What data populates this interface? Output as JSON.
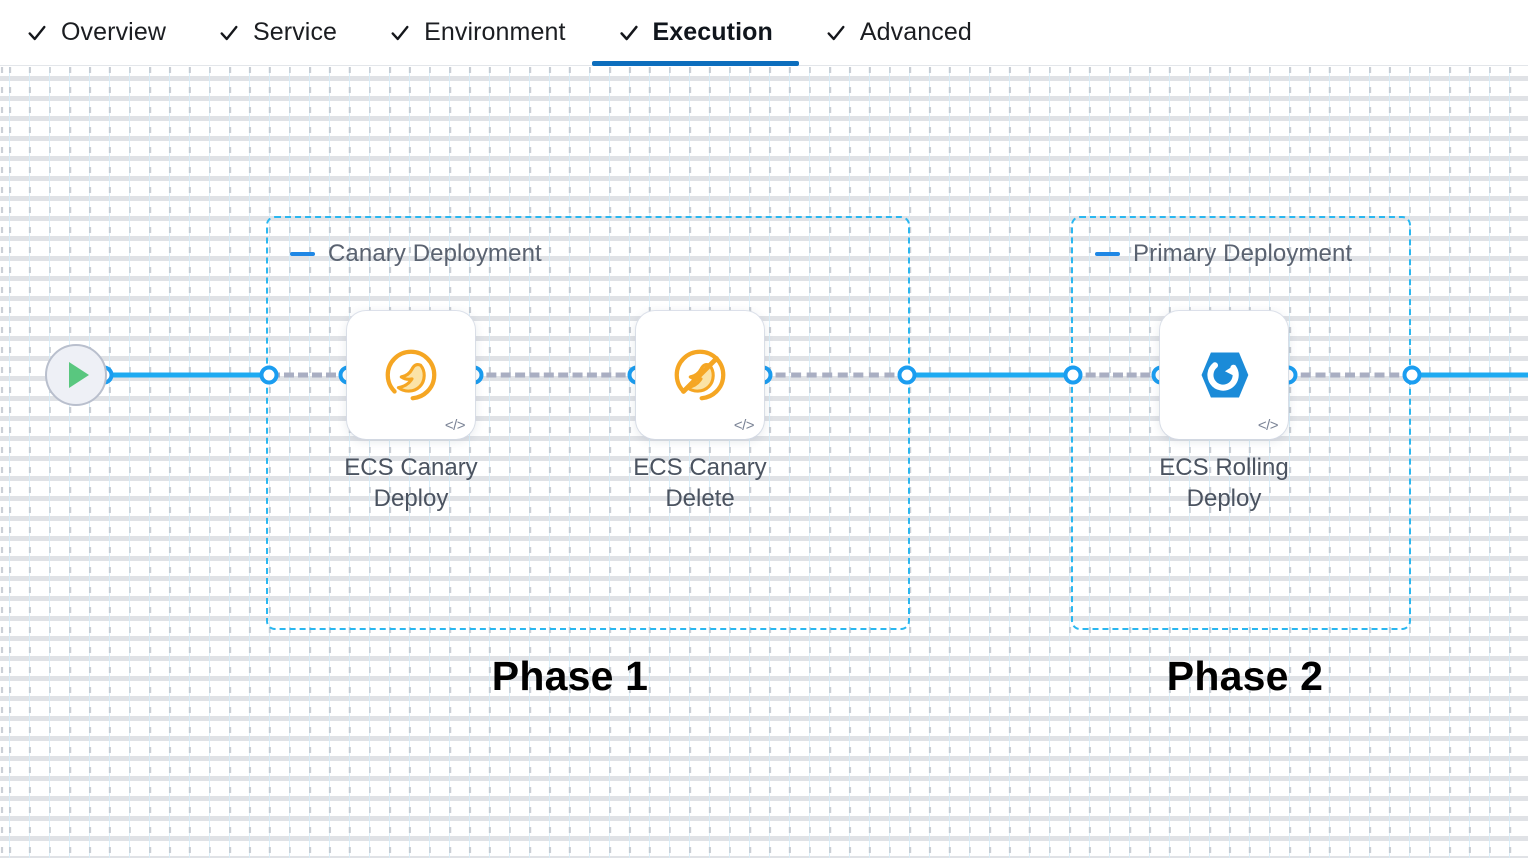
{
  "tabs": [
    {
      "label": "Overview",
      "icon": "check-icon",
      "active": false
    },
    {
      "label": "Service",
      "icon": "check-icon",
      "active": false
    },
    {
      "label": "Environment",
      "icon": "check-icon",
      "active": false
    },
    {
      "label": "Execution",
      "icon": "check-icon",
      "active": true
    },
    {
      "label": "Advanced",
      "icon": "check-icon",
      "active": false
    }
  ],
  "canvas": {
    "start_node": {
      "name": "start-node",
      "icon": "play-icon"
    },
    "groups": [
      {
        "title": "Canary Deployment",
        "collapse_icon": "minus-icon"
      },
      {
        "title": "Primary Deployment",
        "collapse_icon": "minus-icon"
      }
    ],
    "nodes": [
      {
        "label": "ECS Canary\nDeploy",
        "icon": "canary-bird-icon",
        "badge": "</>"
      },
      {
        "label": "ECS Canary\nDelete",
        "icon": "canary-bird-delete-icon",
        "badge": "</>"
      },
      {
        "label": "ECS Rolling\nDeploy",
        "icon": "ecs-rolling-icon",
        "badge": "</>"
      }
    ],
    "annotations": [
      {
        "text": "Phase 1"
      },
      {
        "text": "Phase 2"
      }
    ]
  },
  "colors": {
    "accent_blue": "#1eaaf1",
    "active_tab_underline": "#0d6ebd",
    "group_border": "#2ab7f0",
    "canary_orange": "#f5a623",
    "canary_fill": "#fbe3a6",
    "ecs_blue": "#1b8bd8",
    "play_green": "#59c77f",
    "dash_gray": "#a9aec2"
  }
}
